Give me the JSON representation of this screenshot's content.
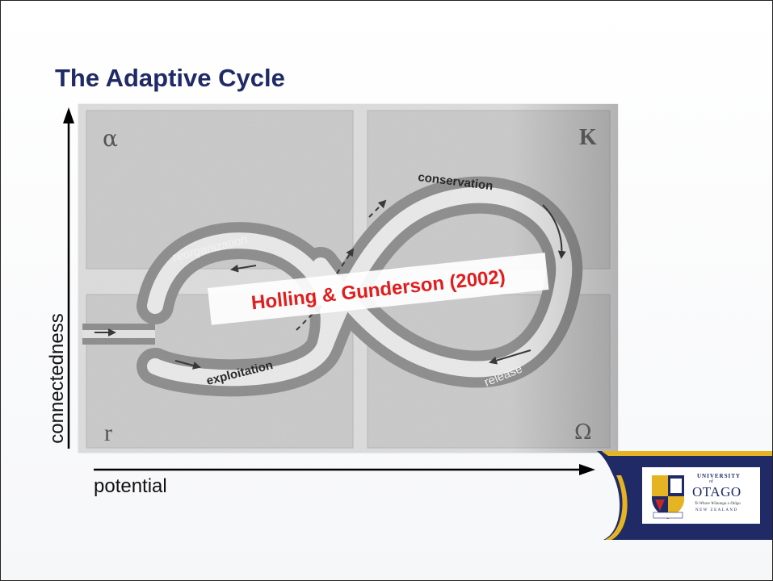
{
  "slide": {
    "title": "The Adaptive Cycle",
    "y_axis_label": "connectedness",
    "x_axis_label": "potential"
  },
  "diagram": {
    "quadrants": {
      "top_left": "α",
      "top_right": "K",
      "bottom_left": "r",
      "bottom_right": "Ω"
    },
    "phases": {
      "reorganization": "reorganization",
      "conservation": "conservation",
      "exploitation": "exploitation",
      "release": "release"
    },
    "citation": "Holling & Gunderson (2002)"
  },
  "logo": {
    "university": "UNIVERSITY",
    "of": "of",
    "name": "OTAGO",
    "motto": "Te Whare Wānanga o Otāgo",
    "country": "NEW ZEALAND",
    "colors": {
      "navy": "#1f2a66",
      "gold": "#e6b422"
    }
  },
  "colors": {
    "title": "#1f2a66",
    "citation": "#e11d1d",
    "panel": "#c8c8c8",
    "band": "#8c8c8c"
  }
}
